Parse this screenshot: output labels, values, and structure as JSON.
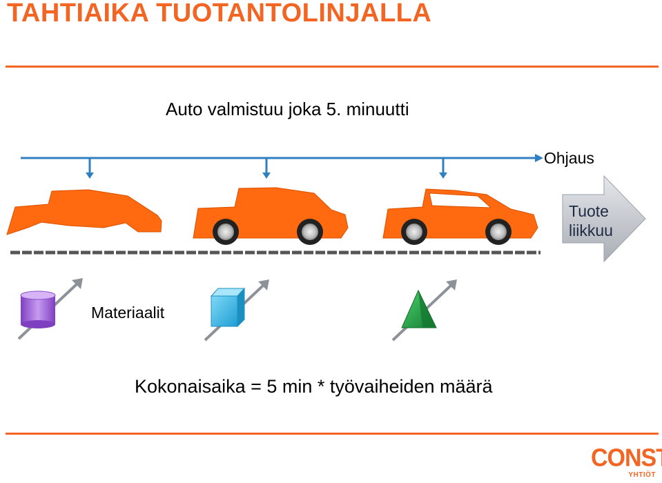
{
  "title": "TAHTIAIKA TUOTANTOLINJALLA",
  "subtitle": "Auto valmistuu joka 5. minuutti",
  "control_label": "Ohjaus",
  "product_label_line1": "Tuote",
  "product_label_line2": "liikkuu",
  "materials_label": "Materiaalit",
  "total_time_label": "Kokonaisaika = 5 min * työvaiheiden määrä",
  "logo": {
    "main": "CONSTI",
    "sub": "YHTIÖT"
  },
  "colors": {
    "brand_orange": "#f26522",
    "car_orange": "#ff6a10",
    "control_blue": "#2f7fc1",
    "product_arrow_gray": "#c8ccd2",
    "material_purple": "#9b5fd6",
    "material_cyan": "#35b6e8",
    "material_green": "#1f9e45"
  },
  "icons": {
    "control_arrow": "downward-arrow-icon",
    "product_arrow": "right-arrow-icon",
    "materials": [
      "cylinder-icon",
      "cube-icon",
      "pyramid-icon"
    ]
  }
}
